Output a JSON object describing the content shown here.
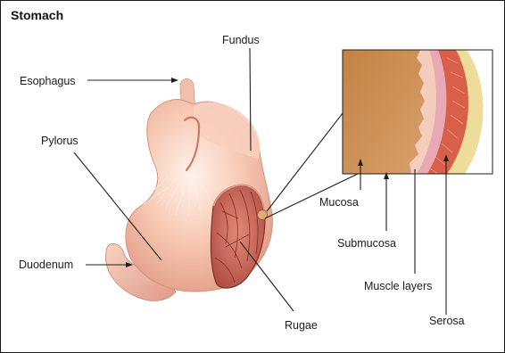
{
  "title": "Stomach",
  "labels": {
    "esophagus": "Esophagus",
    "fundus": "Fundus",
    "pylorus": "Pylorus",
    "duodenum": "Duodenum",
    "rugae": "Rugae",
    "mucosa": "Mucosa",
    "submucosa": "Submucosa",
    "muscle_layers": "Muscle layers",
    "serosa": "Serosa"
  },
  "colors": {
    "stomach_wall": "#f4b7a0",
    "stomach_highlight": "#fde4d6",
    "stomach_shadow": "#dc8f7a",
    "interior": "#c9584a",
    "mucosa_layer": "#c8834a",
    "submucosa_layer": "#f2c7b3",
    "muscle_layer": "#d85f4a",
    "serosa_layer": "#eedd9a"
  }
}
